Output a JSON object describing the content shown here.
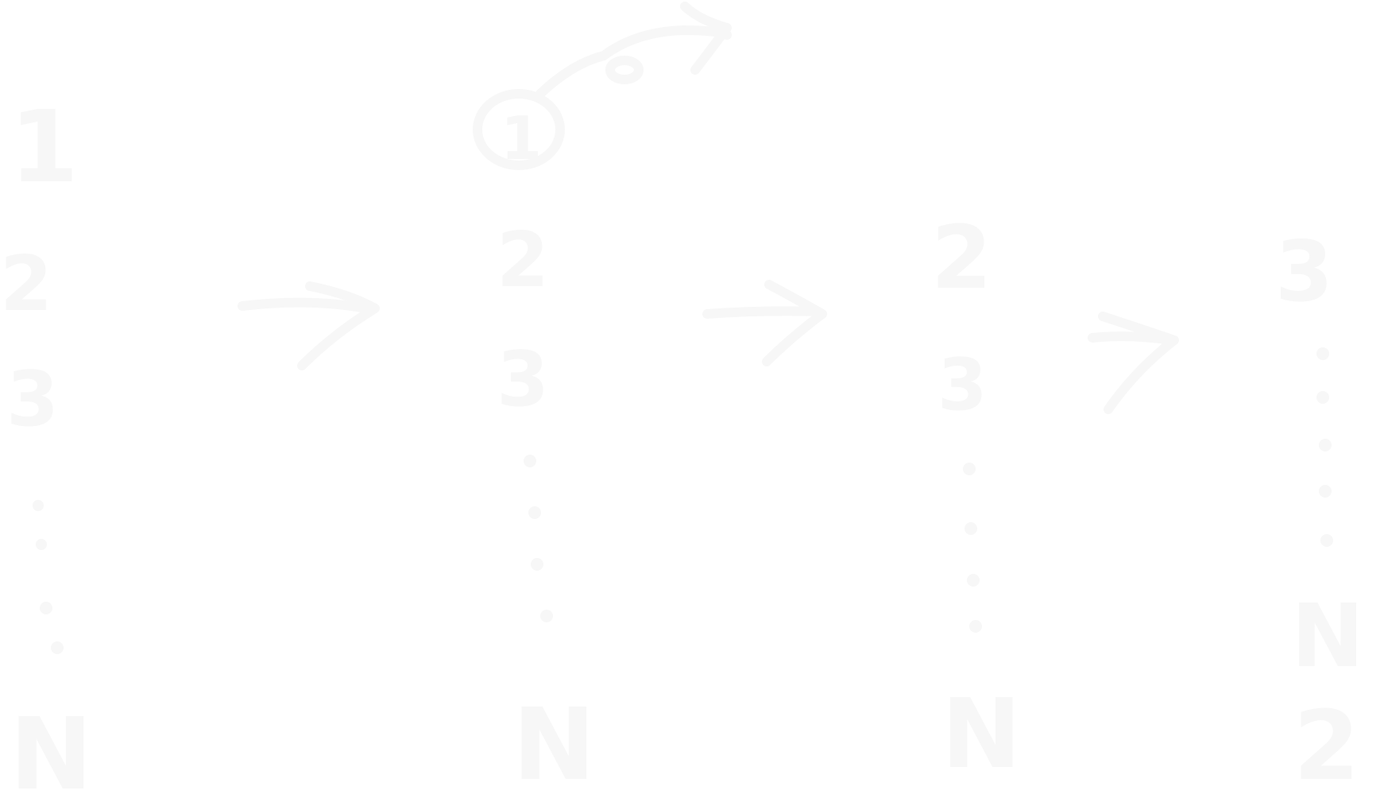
{
  "columns": [
    {
      "top": [
        "1",
        "2",
        "3"
      ],
      "bottom": "N"
    },
    {
      "top": [
        "2",
        "3"
      ],
      "bottom": "N",
      "removed": "1"
    },
    {
      "top": [
        "2",
        "3"
      ],
      "bottom": "N"
    },
    {
      "top": [
        "3"
      ],
      "bottom": [
        "N",
        "2"
      ]
    }
  ],
  "colors": {
    "ink": "#f7f7f7",
    "background": "#ffffff"
  }
}
